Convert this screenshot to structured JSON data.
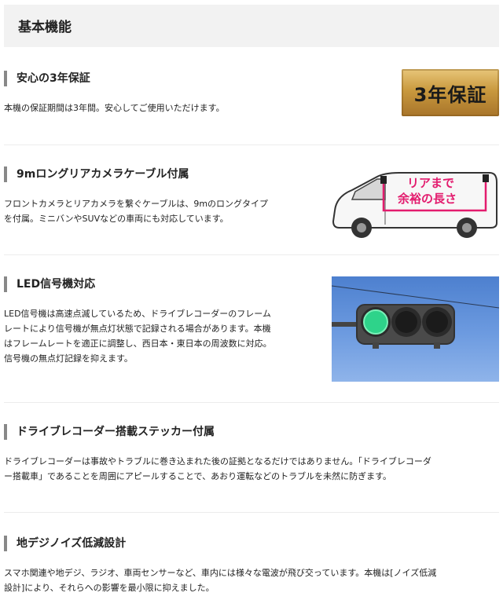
{
  "header": {
    "title": "基本機能"
  },
  "sections": [
    {
      "title": "安心の3年保証",
      "text": [
        "本機の保証期間は3年間。安心してご使用いただけます。"
      ],
      "badge": "3年保証"
    },
    {
      "title": "9mロングリアカメラケーブル付属",
      "text": [
        "フロントカメラとリアカメラを繋ぐケーブルは、9mのロングタイプ",
        "を付属。ミニバンやSUVなどの車両にも対応しています。"
      ],
      "image_label": [
        "リアまで",
        "余裕の長さ"
      ]
    },
    {
      "title": "LED信号機対応",
      "text": [
        "LED信号機は高速点滅しているため、ドライブレコーダーのフレーム",
        "レートにより信号機が無点灯状態で記録される場合があります。本機",
        "はフレームレートを適正に調整し、西日本・東日本の周波数に対応。",
        "信号機の無点灯記録を抑えます。"
      ]
    },
    {
      "title": "ドライブレコーダー搭載ステッカー付属",
      "text": [
        "ドライブレコーダーは事故やトラブルに巻き込まれた後の証拠となるだけではありません。「ドライブレコーダ",
        "ー搭載車」であることを周囲にアピールすることで、あおり運転などのトラブルを未然に防ぎます。"
      ]
    },
    {
      "title": "地デジノイズ低減設計",
      "text": [
        "スマホ関連や地デジ、ラジオ、車両センサーなど、車内には様々な電波が飛び交っています。本機は[ノイズ低減",
        "設計]により、それらへの影響を最小限に抑えました。"
      ]
    }
  ],
  "colors": {
    "accent_pink": "#e31c6e",
    "badge_gold": "#c9993e",
    "signal_green": "#2ed38a",
    "sky_blue": "#6d9be0"
  }
}
